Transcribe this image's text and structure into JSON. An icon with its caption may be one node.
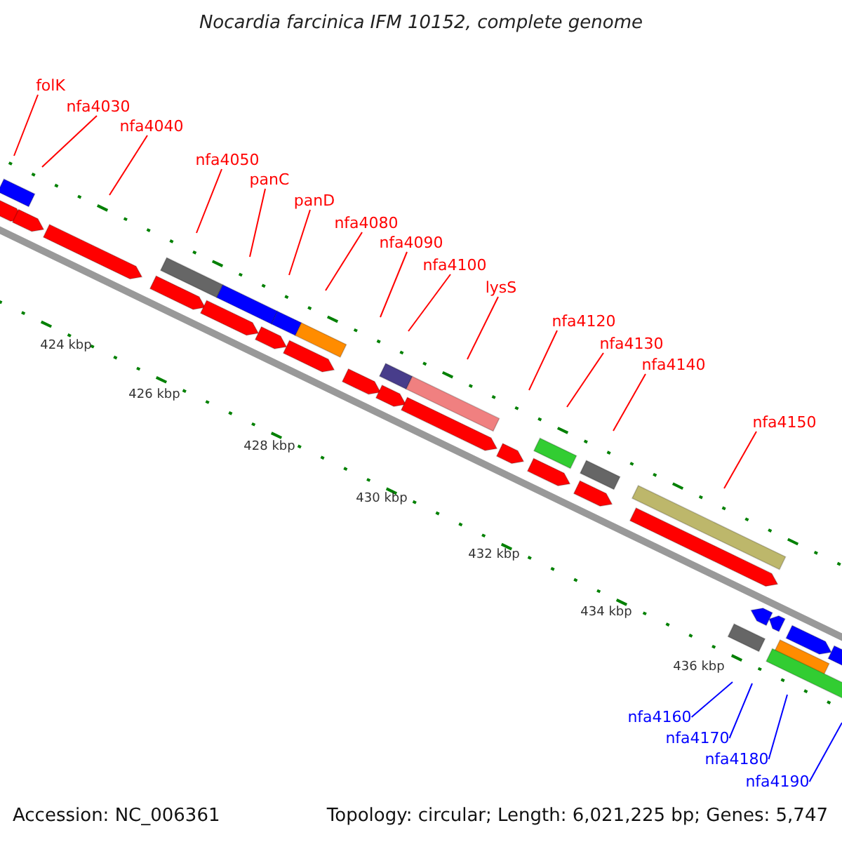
{
  "diagram": {
    "title": "Nocardia farcinica IFM 10152, complete genome",
    "nodes": [
      {
        "text": [
          "folK"
        ]
      },
      {
        "text": [
          "nfa4030"
        ]
      },
      {
        "text": [
          "nfa4040"
        ]
      },
      {
        "text": [
          "nfa4050"
        ]
      },
      {
        "text": [
          "panC"
        ]
      },
      {
        "text": [
          "panD"
        ]
      },
      {
        "text": [
          "nfa4080"
        ]
      },
      {
        "text": [
          "nfa4090"
        ]
      },
      {
        "text": [
          "nfa4100"
        ]
      },
      {
        "text": [
          "lysS"
        ]
      },
      {
        "text": [
          "nfa4120"
        ]
      },
      {
        "text": [
          "nfa4130"
        ]
      },
      {
        "text": [
          "nfa4140"
        ]
      },
      {
        "text": [
          "nfa4150"
        ]
      },
      {
        "text": [
          "nfa4160"
        ]
      },
      {
        "text": [
          "nfa4170"
        ]
      },
      {
        "text": [
          "nfa4180"
        ]
      },
      {
        "text": [
          "nfa4190"
        ]
      }
    ],
    "edges": [
      {
        "from": 0,
        "to": null,
        "arrow": "none"
      },
      {
        "from": 1,
        "to": null,
        "arrow": "none"
      },
      {
        "from": 2,
        "to": null,
        "arrow": "none"
      },
      {
        "from": 3,
        "to": null,
        "arrow": "none"
      },
      {
        "from": 4,
        "to": null,
        "arrow": "none"
      },
      {
        "from": 5,
        "to": null,
        "arrow": "none"
      },
      {
        "from": 6,
        "to": null,
        "arrow": "none"
      },
      {
        "from": 7,
        "to": null,
        "arrow": "none"
      },
      {
        "from": 8,
        "to": null,
        "arrow": "none"
      },
      {
        "from": 9,
        "to": null,
        "arrow": "none"
      },
      {
        "from": 10,
        "to": null,
        "arrow": "none"
      },
      {
        "from": 11,
        "to": null,
        "arrow": "none"
      },
      {
        "from": 12,
        "to": null,
        "arrow": "none"
      },
      {
        "from": 13,
        "to": null,
        "arrow": "none"
      },
      {
        "from": 14,
        "to": null,
        "arrow": "none",
        "color": "#0000ff"
      },
      {
        "from": 15,
        "to": null,
        "arrow": "none",
        "color": "#0000ff"
      },
      {
        "from": 16,
        "to": null,
        "arrow": "none",
        "color": "#0000ff"
      },
      {
        "from": 17,
        "to": null,
        "arrow": "none",
        "color": "#0000ff"
      }
    ],
    "labels": [
      "424 kbp",
      "426 kbp",
      "428 kbp",
      "430 kbp",
      "432 kbp",
      "434 kbp",
      "436 kbp",
      "Accession: NC_006361",
      "Topology: circular; Length: 6,021,225 bp; Genes: 5,747"
    ]
  }
}
